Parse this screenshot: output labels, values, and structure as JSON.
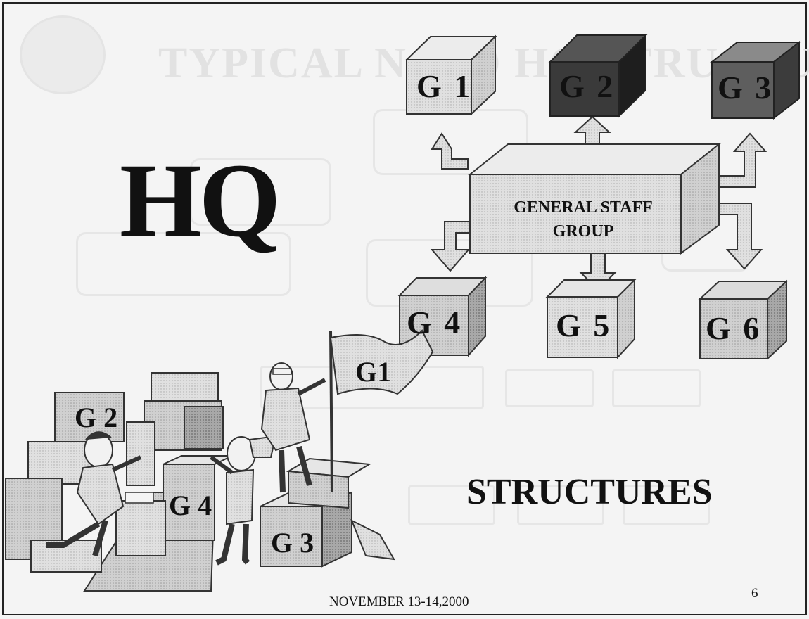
{
  "background": {
    "watermark_title": "TYPICAL NATO HQ STRUCTURE"
  },
  "slide": {
    "headline": "HQ",
    "subheading": "STRUCTURES",
    "footer_date": "NOVEMBER 13-14,2000",
    "page_number": "6"
  },
  "diagram": {
    "center": {
      "line1": "GENERAL STAFF",
      "line2": "GROUP"
    },
    "top_cubes": [
      {
        "label": "G 1",
        "color": "#d6d6d6"
      },
      {
        "label": "G 2",
        "color": "#333333"
      },
      {
        "label": "G 3",
        "color": "#5e5e5e"
      }
    ],
    "bottom_cubes": [
      {
        "label": "G 4",
        "color": "#c4c4c4"
      },
      {
        "label": "G 5",
        "color": "#d2d2d2"
      },
      {
        "label": "G 6",
        "color": "#bdbdbd"
      }
    ]
  },
  "illustration": {
    "flag_label": "G1",
    "box_labels": [
      "G 2",
      "G 4",
      "G 3"
    ]
  }
}
